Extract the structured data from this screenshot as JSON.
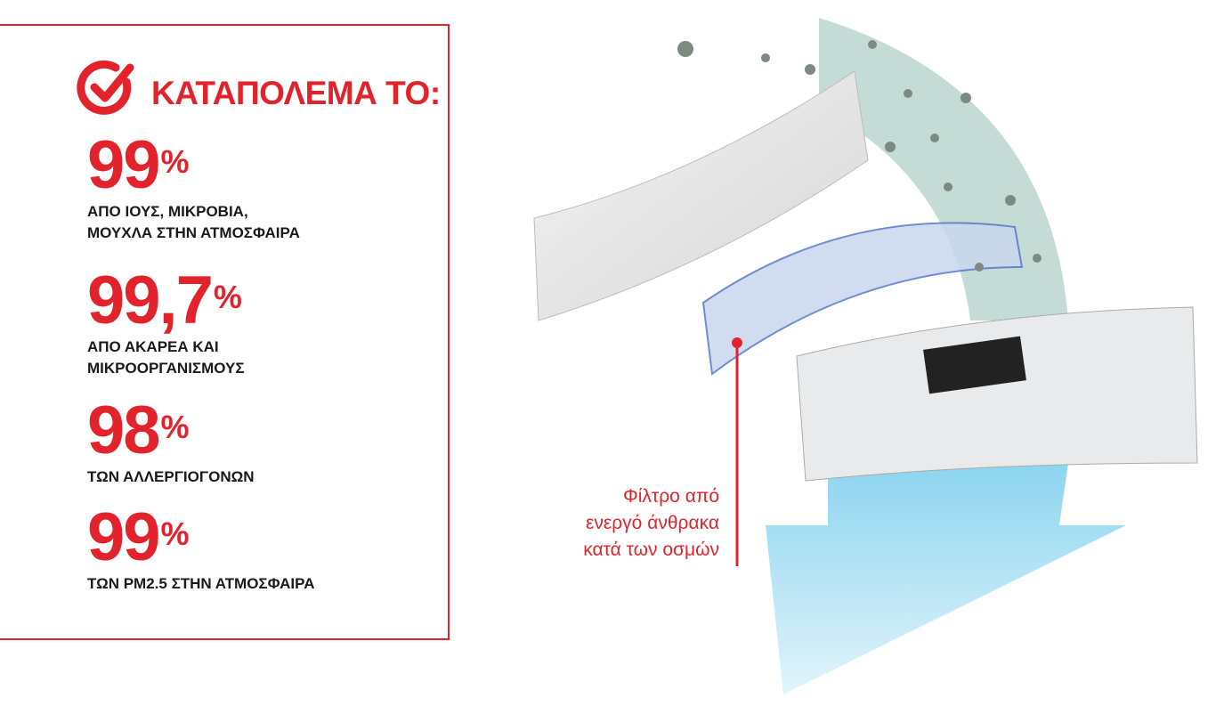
{
  "heading": {
    "title": "ΚΑΤΑΠΟΛΕΜΑ ΤΟ:",
    "icon": "check-circle-icon"
  },
  "stats": [
    {
      "value": "99",
      "unit": "%",
      "line1": "ΑΠΟ ΙΟΥΣ, ΜΙΚΡΟΒΙΑ,",
      "line2": "ΜΟΥΧΛΑ ΣΤΗΝ ΑΤΜΟΣΦΑΙΡΑ"
    },
    {
      "value": "99,7",
      "unit": "%",
      "line1": "ΑΠΟ ΑΚΑΡΕΑ ΚΑΙ",
      "line2": "ΜΙΚΡΟΟΡΓΑΝΙΣΜΟΥΣ"
    },
    {
      "value": "98",
      "unit": "%",
      "line1": "ΤΩΝ ΑΛΛΕΡΓΙΟΓΟΝΩΝ"
    },
    {
      "value": "99",
      "unit": "%",
      "line1": "ΤΩΝ PM2.5 ΣΤΗΝ ΑΤΜΟΣΦΑΙΡΑ"
    }
  ],
  "caption": {
    "line1": "Φίλτρο από",
    "line2": "ενεργό άνθρακα",
    "line3": "κατά των οσμών"
  },
  "colors": {
    "accent": "#e3232b",
    "text": "#1a1a1a"
  }
}
